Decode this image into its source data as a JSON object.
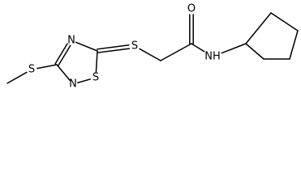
{
  "molecule": {
    "atoms": [
      {
        "id": "ch3",
        "label": ""
      },
      {
        "id": "s_me",
        "label": "S"
      },
      {
        "id": "c3",
        "label": ""
      },
      {
        "id": "n_ring_top",
        "label": "N"
      },
      {
        "id": "c5",
        "label": ""
      },
      {
        "id": "s_ring",
        "label": "S"
      },
      {
        "id": "n_ring_bottom",
        "label": "N"
      },
      {
        "id": "s_link",
        "label": "S"
      },
      {
        "id": "ch2",
        "label": ""
      },
      {
        "id": "c_carbonyl",
        "label": ""
      },
      {
        "id": "o",
        "label": "O"
      },
      {
        "id": "nh",
        "label": "NH"
      },
      {
        "id": "cp1",
        "label": ""
      },
      {
        "id": "cp2",
        "label": ""
      },
      {
        "id": "cp3",
        "label": ""
      },
      {
        "id": "cp4",
        "label": ""
      },
      {
        "id": "cp5",
        "label": ""
      }
    ],
    "bonds": [
      {
        "from": "ch3",
        "to": "s_me",
        "order": 1
      },
      {
        "from": "s_me",
        "to": "c3",
        "order": 1
      },
      {
        "from": "c3",
        "to": "n_ring_top",
        "order": 2
      },
      {
        "from": "n_ring_top",
        "to": "c5",
        "order": 1
      },
      {
        "from": "c5",
        "to": "s_ring",
        "order": 1
      },
      {
        "from": "s_ring",
        "to": "n_ring_bottom",
        "order": 1
      },
      {
        "from": "n_ring_bottom",
        "to": "c3",
        "order": 1
      },
      {
        "from": "c5",
        "to": "s_link",
        "order": 2
      },
      {
        "from": "s_link",
        "to": "ch2",
        "order": 1
      },
      {
        "from": "ch2",
        "to": "c_carbonyl",
        "order": 1
      },
      {
        "from": "c_carbonyl",
        "to": "o",
        "order": 2
      },
      {
        "from": "c_carbonyl",
        "to": "nh",
        "order": 1
      },
      {
        "from": "nh",
        "to": "cp1",
        "order": 1
      },
      {
        "from": "cp1",
        "to": "cp2",
        "order": 1
      },
      {
        "from": "cp2",
        "to": "cp3",
        "order": 1
      },
      {
        "from": "cp3",
        "to": "cp4",
        "order": 1
      },
      {
        "from": "cp4",
        "to": "cp5",
        "order": 1
      },
      {
        "from": "cp5",
        "to": "cp1",
        "order": 1
      }
    ]
  }
}
